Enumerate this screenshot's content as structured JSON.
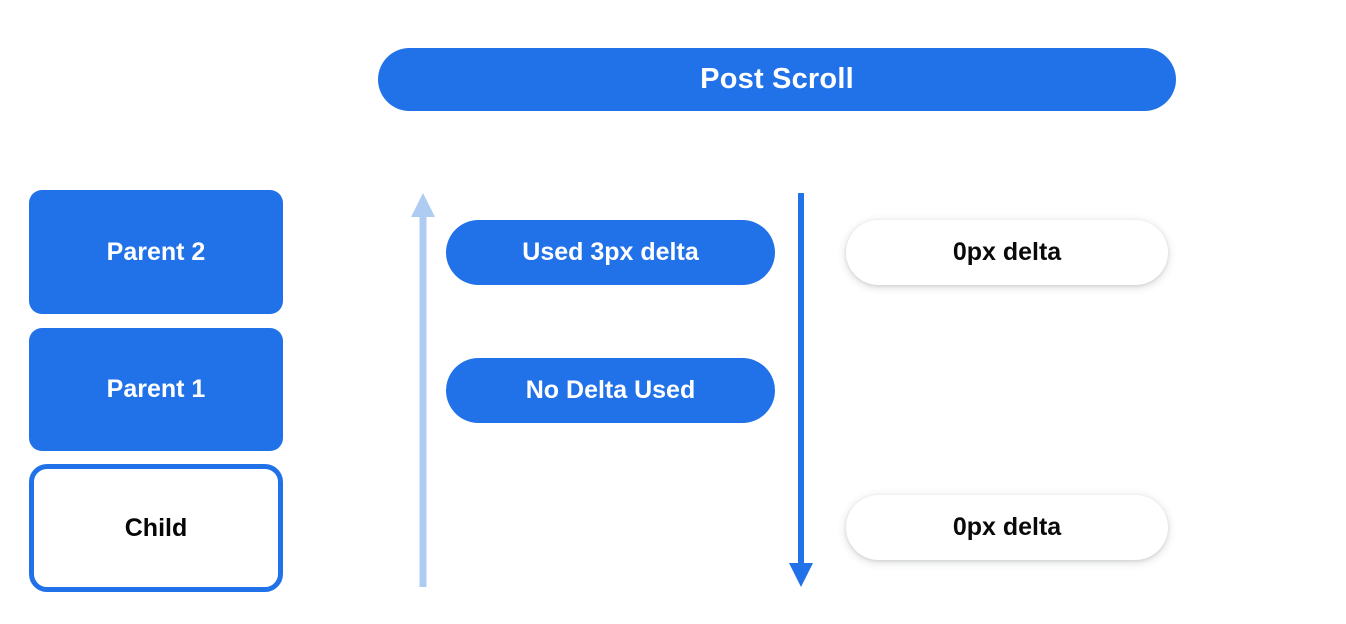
{
  "header": {
    "title": "Post Scroll"
  },
  "colors": {
    "brand_blue": "#2172E8",
    "arrow_up_light_blue": "#AECBF2",
    "arrow_down_blue": "#2172E8",
    "text_on_blue": "#FFFFFF",
    "text_dark": "#0A0A0A",
    "background": "#FFFFFF"
  },
  "left_stack": {
    "boxes": [
      {
        "label": "Parent 2",
        "style": "filled"
      },
      {
        "label": "Parent 1",
        "style": "filled"
      },
      {
        "label": "Child",
        "style": "outlined"
      }
    ]
  },
  "arrows": {
    "up": {
      "name": "scroll-up-arrow",
      "color": "#AECBF2",
      "direction": "up"
    },
    "down": {
      "name": "scroll-down-arrow",
      "color": "#2172E8",
      "direction": "down"
    }
  },
  "middle_column": {
    "pills": [
      {
        "label": "Used 3px delta"
      },
      {
        "label": "No Delta Used"
      }
    ]
  },
  "right_column": {
    "pills": [
      {
        "label": "0px delta"
      },
      {
        "label": "0px delta"
      }
    ]
  }
}
